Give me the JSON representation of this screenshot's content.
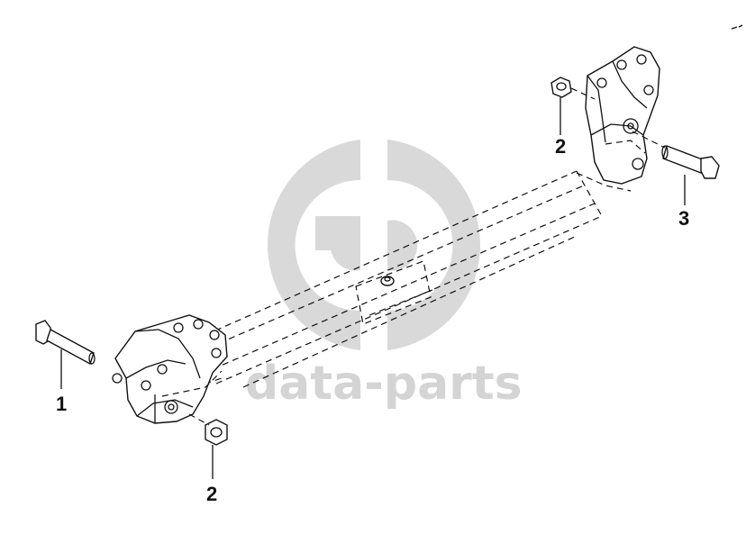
{
  "watermark": {
    "text": "data-parts"
  },
  "callouts": [
    {
      "id": "bolt-left",
      "label": "1"
    },
    {
      "id": "nut-top",
      "label": "2"
    },
    {
      "id": "nut-bottom",
      "label": "2"
    },
    {
      "id": "bolt-right",
      "label": "3"
    }
  ],
  "colors": {
    "line": "#111111",
    "watermark": "#d4d4d4"
  }
}
